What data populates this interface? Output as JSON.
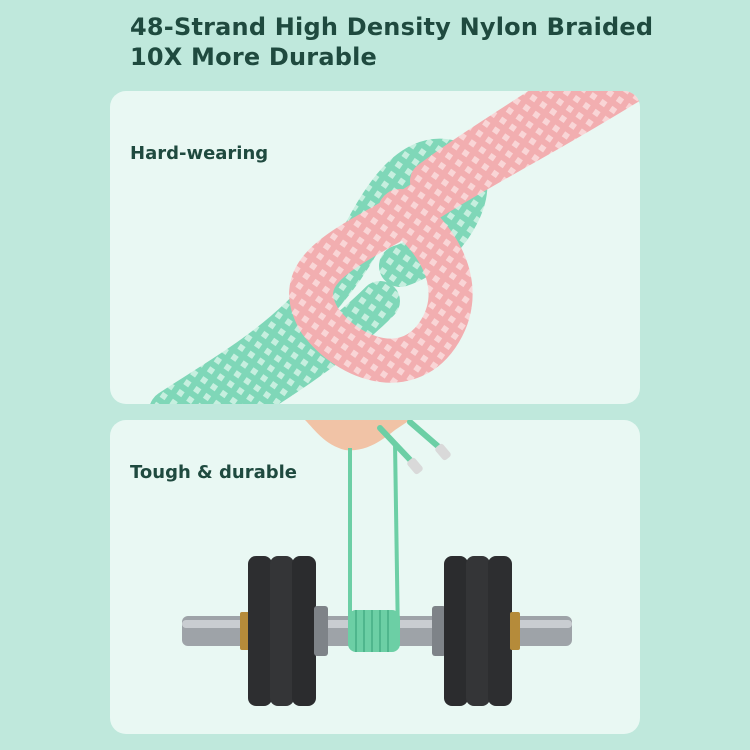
{
  "header": {
    "line1": "48-Strand High Density Nylon Braided",
    "line2": "10X More Durable"
  },
  "panels": [
    {
      "label": "Hard-wearing",
      "illustration": "knotted-braided-cables"
    },
    {
      "label": "Tough & durable",
      "illustration": "cable-lifting-dumbbell"
    }
  ],
  "colors": {
    "background": "#bfe8dc",
    "card": "#e9f8f3",
    "headline_text": "#1f4a3f",
    "pink_cable": "#f4b3b3",
    "green_cable": "#8fe0c4",
    "dumbbell_plate": "#2b2b2b",
    "dumbbell_bar": "#9a9ea3"
  }
}
